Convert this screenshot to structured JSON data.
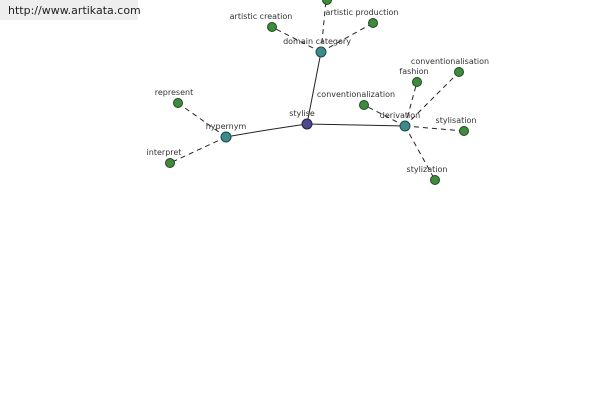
{
  "source_url": "http://www.artikata.com",
  "colors": {
    "central_node": "#4a4a8c",
    "relation_node": "#3e8a8a",
    "leaf_node": "#3f8a3f",
    "edge": "#222222",
    "banner_bg": "#eeeeee"
  },
  "central": {
    "label": "stylise"
  },
  "relations": {
    "domain": {
      "label": "domain category"
    },
    "hypernym": {
      "label": "hypernym"
    },
    "derivation": {
      "label": "derivation"
    }
  },
  "leaves": {
    "artistic_creation": {
      "label": "artistic creation"
    },
    "artistic_production": {
      "label": "artistic production"
    },
    "represent": {
      "label": "represent"
    },
    "interpret": {
      "label": "interpret"
    },
    "conventionalization": {
      "label": "conventionalization"
    },
    "fashion": {
      "label": "fashion"
    },
    "conventionalisation": {
      "label": "conventionalisation"
    },
    "stylisation": {
      "label": "stylisation"
    },
    "stylization": {
      "label": "stylization"
    }
  }
}
